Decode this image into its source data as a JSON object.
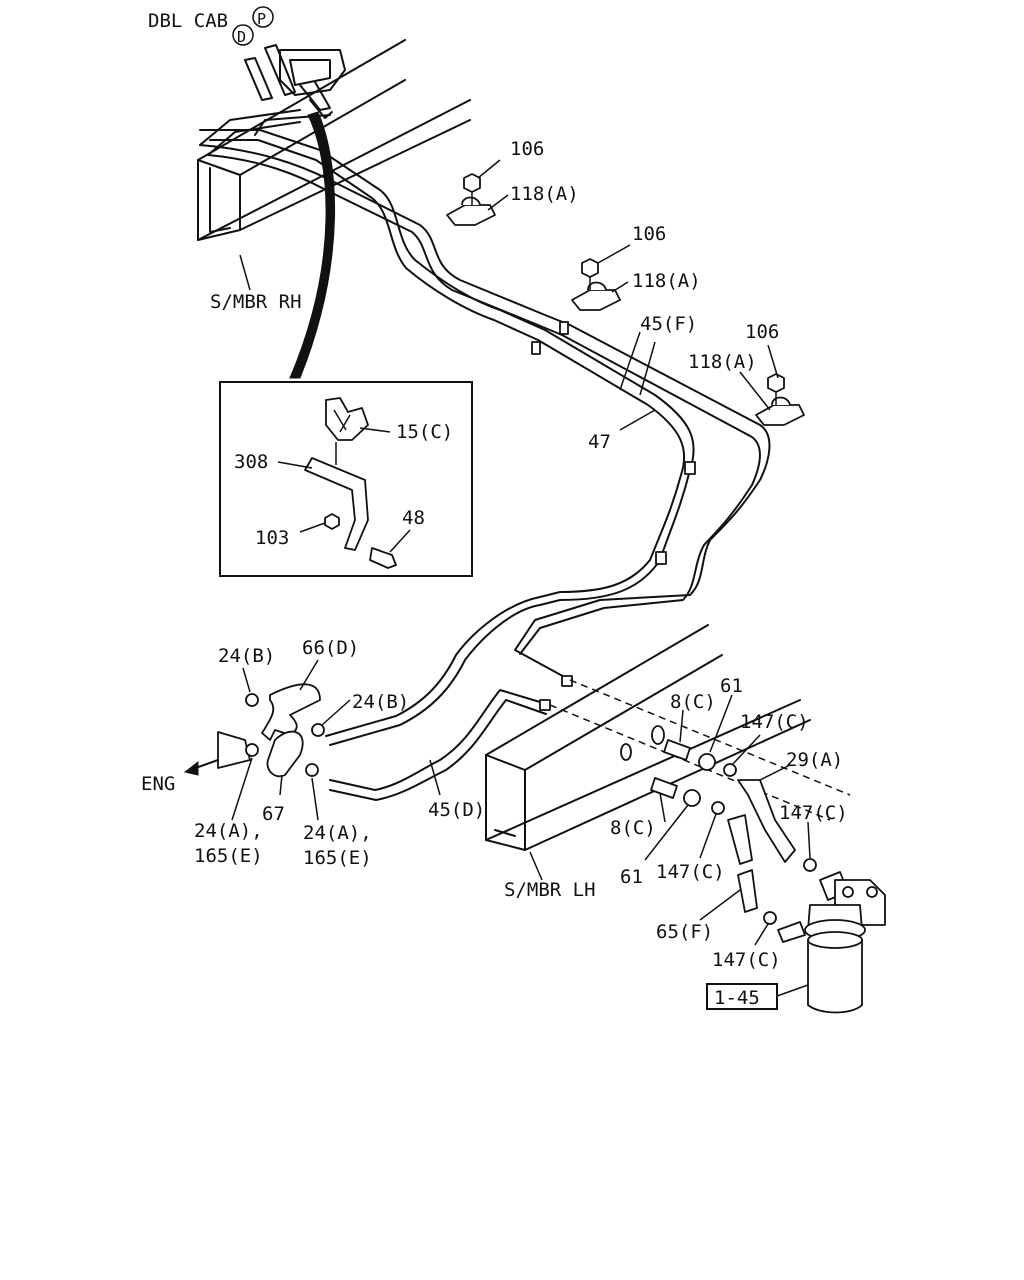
{
  "header": {
    "dbl_cab": "DBL CAB",
    "circle_p": "P",
    "circle_d": "D"
  },
  "labels": {
    "l106a": "106",
    "l118a": "118(A)",
    "l106b": "106",
    "l118b": "118(A)",
    "l106c": "106",
    "l118c": "118(A)",
    "l45f": "45(F)",
    "l47": "47",
    "l15c": "15(C)",
    "l308": "308",
    "l48": "48",
    "l103": "103",
    "smbr_rh": "S/MBR RH",
    "smbr_lh": "S/MBR LH",
    "l24b_top": "24(B)",
    "l66d": "66(D)",
    "l24b_mid": "24(B)",
    "eng": "ENG",
    "l67": "67",
    "l24a_left_1": "24(A),",
    "l165e_left": "165(E)",
    "l24a_right_1": "24(A),",
    "l165e_right": "165(E)",
    "l45d": "45(D)",
    "l8c_top": "8(C)",
    "l61_top": "61",
    "l147c_top": "147(C)",
    "l29a": "29(A)",
    "l8c_bot": "8(C)",
    "l61_bot": "61",
    "l147c_mid": "147(C)",
    "l147c_right": "147(C)",
    "l65f": "65(F)",
    "l147c_bottom": "147(C)",
    "ref_box": "1-45"
  }
}
